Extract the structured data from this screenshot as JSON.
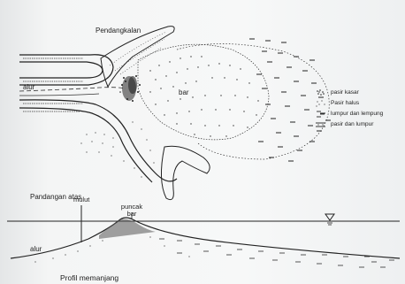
{
  "labels": {
    "pendangkalan": "Pendangkalan",
    "alur_top": "alur",
    "bar": "bar",
    "pandangan_atas": "Pandangan atas",
    "mulut": "mulut",
    "puncak_bar": "puncak bar",
    "alur_profile": "alur",
    "profil_memanjang": "Profil memanjang"
  },
  "legend": {
    "items": [
      {
        "label": "pasir kasar",
        "icon": "dense-stipple-icon"
      },
      {
        "label": "Pasir halus",
        "icon": "sparse-stipple-icon"
      },
      {
        "label": "lumpur dan lempung",
        "icon": "dash-lines-icon"
      },
      {
        "label": "pasir dan lumpur",
        "icon": "dash-dot-lines-icon"
      }
    ]
  },
  "colors": {
    "ink": "#222222",
    "paper": "#f6f7f7"
  }
}
